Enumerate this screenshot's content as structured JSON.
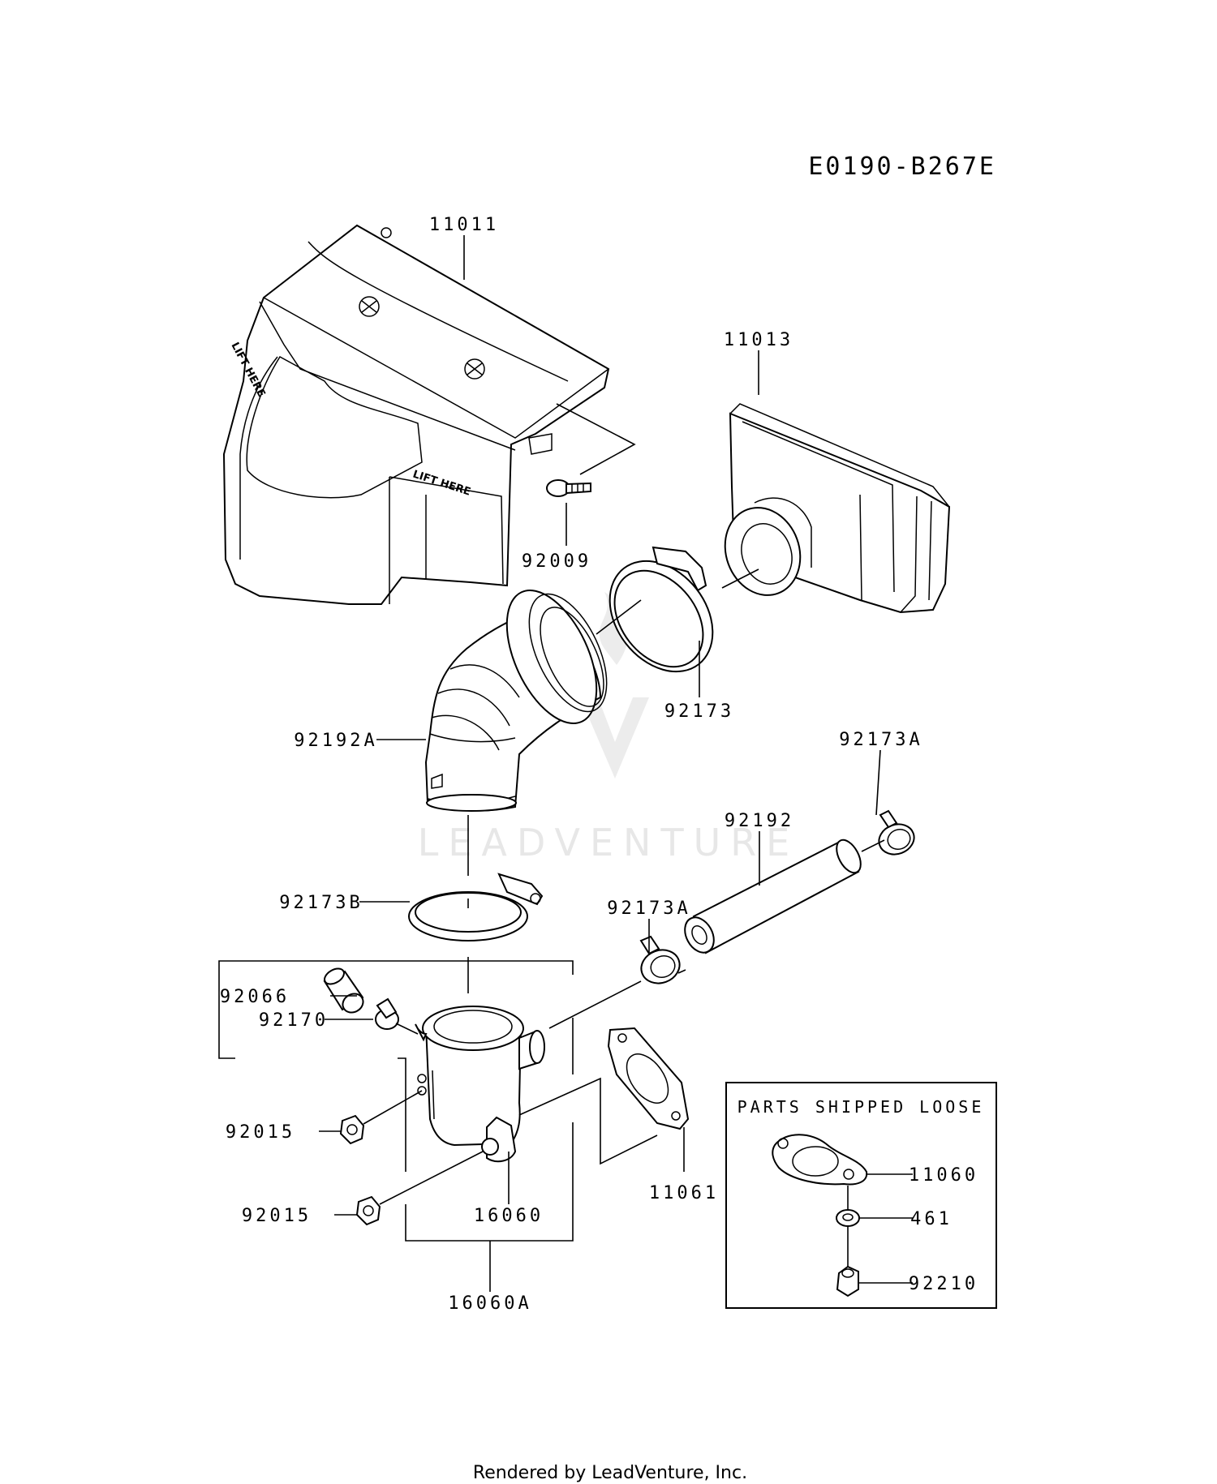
{
  "diagram_code": "E0190-B267E",
  "watermark": "LEADVENTURE",
  "footer": "Rendered by LeadVenture, Inc.",
  "loose_box_title": "PARTS SHIPPED LOOSE",
  "labels": {
    "p11011": "11011",
    "p11013": "11013",
    "p92009": "92009",
    "p92173": "92173",
    "p92192A": "92192A",
    "p92173A_top": "92173A",
    "p92192": "92192",
    "p92173A_mid": "92173A",
    "p92173B": "92173B",
    "p92066": "92066",
    "p92170": "92170",
    "p92015_a": "92015",
    "p92015_b": "92015",
    "p16060": "16060",
    "p16060A": "16060A",
    "p11061": "11061",
    "p11060": "11060",
    "p461": "461",
    "p92210": "92210"
  },
  "decals": {
    "lift_here_1": "LIFT HERE",
    "lift_here_2": "LIFT HERE"
  }
}
